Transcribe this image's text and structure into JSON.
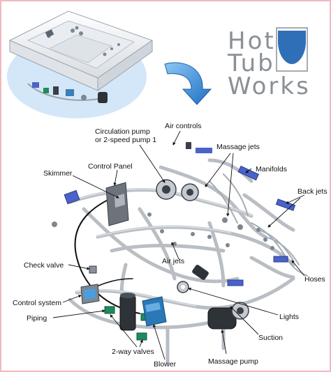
{
  "logo": {
    "line1": "Hot",
    "line2": "Tub",
    "line3": "Works",
    "text_color": "#8a9096",
    "mark_color": "#2f6fb7"
  },
  "arrow": {
    "icon": "curved-arrow-icon",
    "color": "#2d86d6"
  },
  "labels": {
    "circulation_pump": "Circulation pump",
    "circulation_pump_2": "or 2-speed pump 1",
    "air_controls": "Air controls",
    "massage_jets": "Massage jets",
    "manifolds": "Manifolds",
    "control_panel": "Control Panel",
    "skimmer": "Skimmer",
    "back_jets": "Back jets",
    "check_valve": "Check valve",
    "air_jets": "Air jets",
    "hoses": "Hoses",
    "control_system": "Control system",
    "piping": "Piping",
    "lights": "Lights",
    "suction": "Suction",
    "two_way_valves": "2-way valves",
    "blower": "Blower",
    "massage_pump": "Massage pump"
  },
  "colors": {
    "frame_border": "#f2b8c0",
    "pipe": "#b9bec4",
    "accent_blue": "#4a63c9",
    "valve_green": "#1f8a5c",
    "tub_shell": "#eef1f4",
    "water": "#cfe4f7"
  }
}
